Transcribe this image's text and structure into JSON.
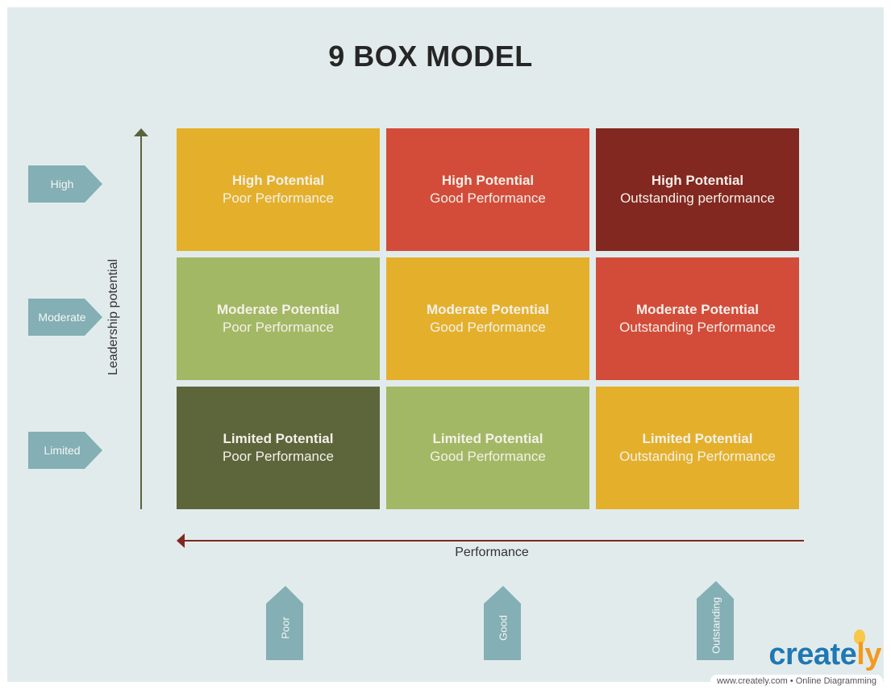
{
  "title": "9 BOX MODEL",
  "colors": {
    "background": "#e2ebec",
    "tag": "#84afb4",
    "y_axis": "#5b633b",
    "x_axis": "#7f2720",
    "yellow": "#e4b02b",
    "red": "#d34c3a",
    "dark_red": "#822820",
    "light_green": "#a3b864",
    "dark_green": "#5d663b"
  },
  "y_axis": {
    "title": "Leadership potential",
    "levels": [
      "High",
      "Moderate",
      "Limited"
    ]
  },
  "x_axis": {
    "title": "Performance",
    "levels": [
      "Poor",
      "Good",
      "Outstanding"
    ]
  },
  "grid": [
    [
      {
        "title": "High Potential",
        "subtitle": "Poor Performance",
        "color": "#e4b02b"
      },
      {
        "title": "High Potential",
        "subtitle": "Good Performance",
        "color": "#d34c3a"
      },
      {
        "title": "High Potential",
        "subtitle": "Outstanding performance",
        "color": "#822820"
      }
    ],
    [
      {
        "title": "Moderate Potential",
        "subtitle": "Poor Performance",
        "color": "#a3b864"
      },
      {
        "title": "Moderate Potential",
        "subtitle": "Good Performance",
        "color": "#e4b02b"
      },
      {
        "title": "Moderate Potential",
        "subtitle": "Outstanding Performance",
        "color": "#d34c3a"
      }
    ],
    [
      {
        "title": "Limited Potential",
        "subtitle": "Poor Performance",
        "color": "#5d663b"
      },
      {
        "title": "Limited Potential",
        "subtitle": "Good Performance",
        "color": "#a3b864"
      },
      {
        "title": "Limited Potential",
        "subtitle": "Outstanding Performance",
        "color": "#e4b02b"
      }
    ]
  ],
  "branding": {
    "logo_main": "create",
    "logo_accent": "ly",
    "tagline": "www.creately.com • Online Diagramming"
  }
}
